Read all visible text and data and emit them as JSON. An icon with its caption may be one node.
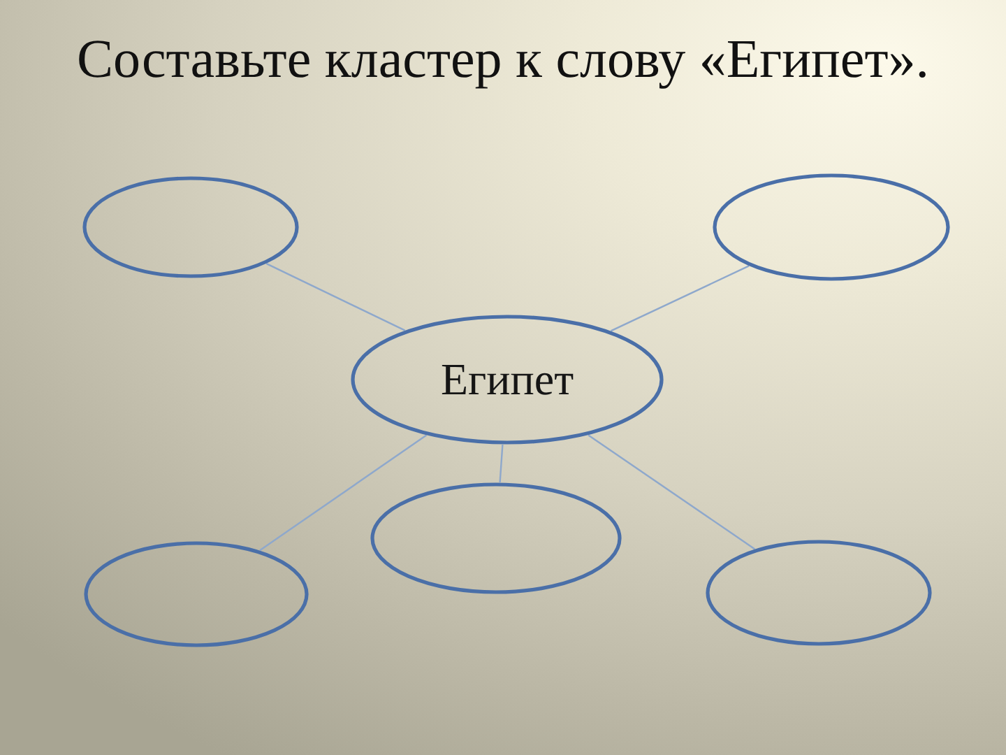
{
  "diagram": {
    "title": "Составьте кластер к слову «Египет».",
    "nodes": [
      {
        "text": [],
        "shape": "ellipse"
      },
      {
        "text": [],
        "shape": "ellipse"
      },
      {
        "text": [
          "Египет"
        ]
      },
      {
        "text": [],
        "shape": "ellipse"
      },
      {
        "text": [],
        "shape": "ellipse"
      },
      {
        "text": [],
        "shape": "ellipse"
      }
    ],
    "edges": [
      {
        "from": 2,
        "to": 0,
        "arrow": "none"
      },
      {
        "from": 2,
        "to": 1,
        "arrow": "none"
      },
      {
        "from": 2,
        "to": 3,
        "arrow": "none"
      },
      {
        "from": 2,
        "to": 4,
        "arrow": "none"
      },
      {
        "from": 2,
        "to": 5,
        "arrow": "none"
      }
    ]
  }
}
